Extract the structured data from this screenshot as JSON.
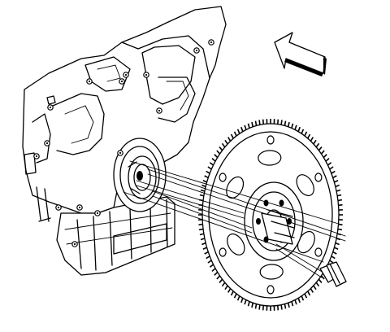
{
  "diagram": {
    "parts": [
      {
        "name": "engine-block"
      },
      {
        "name": "crankshaft-flange"
      },
      {
        "name": "flexplate"
      },
      {
        "name": "flywheel-bolt"
      },
      {
        "name": "direction-arrow"
      }
    ],
    "flexplate_gear_teeth": 120,
    "flexplate_mount_bolt_holes": 6,
    "colors": {
      "line": "#000000",
      "background": "#ffffff"
    }
  }
}
